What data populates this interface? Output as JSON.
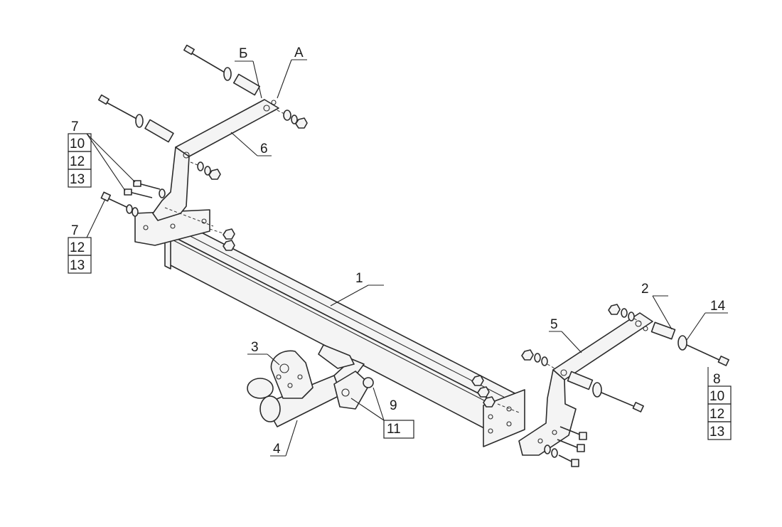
{
  "callouts": {
    "c1": "1",
    "c2": "2",
    "c3": "3",
    "c4": "4",
    "c5": "5",
    "c6": "6",
    "A": "А",
    "B": "Б",
    "c9": "9",
    "c11": "11",
    "c14": "14",
    "stackTop": [
      "7",
      "10",
      "12",
      "13"
    ],
    "stackMid": [
      "7",
      "12",
      "13"
    ],
    "stackRight": [
      "8",
      "10",
      "12",
      "13"
    ]
  },
  "colors": {
    "line": "#2b2b2b",
    "background": "#ffffff"
  }
}
